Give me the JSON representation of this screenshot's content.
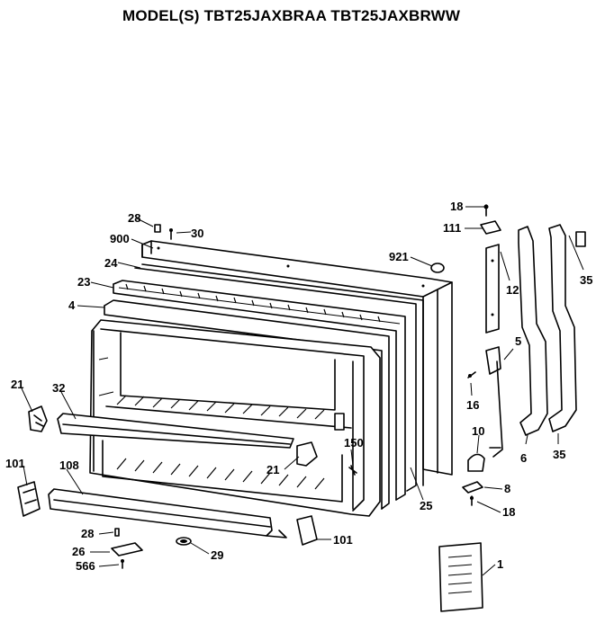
{
  "title": "MODEL(S) TBT25JAXBRAA  TBT25JAXBRWW",
  "callouts": {
    "c18a": "18",
    "c111": "111",
    "c28a": "28",
    "c30": "30",
    "c900": "900",
    "c921": "921",
    "c24": "24",
    "c12": "12",
    "c35a": "35",
    "c23": "23",
    "c4": "4",
    "c5": "5",
    "c21a": "21",
    "c32": "32",
    "c16": "16",
    "c10": "10",
    "c150": "150",
    "c21b": "21",
    "c6": "6",
    "c35b": "35",
    "c101a": "101",
    "c108": "108",
    "c8": "8",
    "c25": "25",
    "c18b": "18",
    "c28b": "28",
    "c101b": "101",
    "c26": "26",
    "c29": "29",
    "c566": "566",
    "c1": "1"
  }
}
